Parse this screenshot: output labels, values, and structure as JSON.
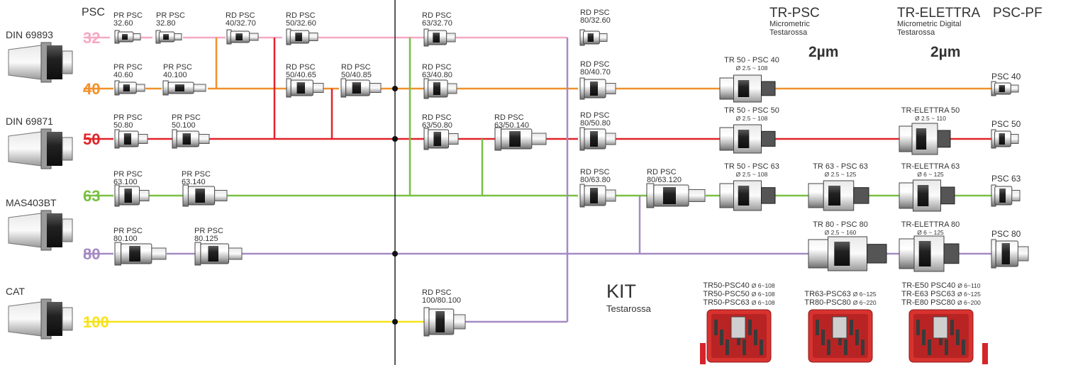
{
  "colors": {
    "s32": "#f5a9c4",
    "s40": "#f0912c",
    "s50": "#e2232a",
    "s63": "#79c043",
    "s80": "#a58ac4",
    "s100": "#f6e31a",
    "divider": "#222222",
    "kit_red": "#d4252b",
    "case_red": "#d8322f",
    "text": "#333333"
  },
  "header": {
    "psc_label": "PSC",
    "tr_psc": {
      "title": "TR-PSC",
      "sub1": "Micrometric",
      "sub2": "Testarossa",
      "precision": "2µm"
    },
    "tr_elettra": {
      "title": "TR-ELETTRA",
      "sub1": "Micrometric Digital",
      "sub2": "Testarossa",
      "precision": "2µm"
    },
    "psc_pf": {
      "title": "PSC-PF"
    }
  },
  "standards": [
    {
      "id": "din69893",
      "label": "DIN 69893"
    },
    {
      "id": "din69871",
      "label": "DIN 69871"
    },
    {
      "id": "mas403bt",
      "label": "MAS403BT"
    },
    {
      "id": "cat",
      "label": "CAT"
    }
  ],
  "sizes": [
    {
      "id": "s32",
      "label": "32"
    },
    {
      "id": "s40",
      "label": "40"
    },
    {
      "id": "s50",
      "label": "50"
    },
    {
      "id": "s63",
      "label": "63"
    },
    {
      "id": "s80",
      "label": "80"
    },
    {
      "id": "s100",
      "label": "100"
    }
  ],
  "components": [
    {
      "id": "pr-32-60",
      "line1": "PR PSC",
      "line2": "32.60"
    },
    {
      "id": "pr-32-80",
      "line1": "PR PSC",
      "line2": "32.80"
    },
    {
      "id": "rd-40-32-70",
      "line1": "RD PSC",
      "line2": "40/32.70"
    },
    {
      "id": "rd-50-32-60",
      "line1": "RD PSC",
      "line2": "50/32.60"
    },
    {
      "id": "pr-40-60",
      "line1": "PR PSC",
      "line2": "40.60"
    },
    {
      "id": "pr-40-100",
      "line1": "PR PSC",
      "line2": "40.100"
    },
    {
      "id": "rd-50-40-65",
      "line1": "RD PSC",
      "line2": "50/40.65"
    },
    {
      "id": "rd-50-40-85",
      "line1": "RD PSC",
      "line2": "50/40.85"
    },
    {
      "id": "pr-50-80",
      "line1": "PR PSC",
      "line2": "50.80"
    },
    {
      "id": "pr-50-100",
      "line1": "PR PSC",
      "line2": "50.100"
    },
    {
      "id": "pr-63-100",
      "line1": "PR PSC",
      "line2": "63.100"
    },
    {
      "id": "pr-63-140",
      "line1": "PR PSC",
      "line2": "63.140"
    },
    {
      "id": "pr-80-100",
      "line1": "PR PSC",
      "line2": "80.100"
    },
    {
      "id": "pr-80-125",
      "line1": "PR PSC",
      "line2": "80.125"
    },
    {
      "id": "rd-63-32-70",
      "line1": "RD PSC",
      "line2": "63/32.70"
    },
    {
      "id": "rd-63-40-80",
      "line1": "RD PSC",
      "line2": "63/40.80"
    },
    {
      "id": "rd-63-50-80",
      "line1": "RD PSC",
      "line2": "63/50.80"
    },
    {
      "id": "rd-63-50-140",
      "line1": "RD PSC",
      "line2": "63/50.140"
    },
    {
      "id": "rd-100-80-100",
      "line1": "RD PSC",
      "line2": "100/80.100"
    },
    {
      "id": "rd-80-32-60",
      "line1": "RD PSC",
      "line2": "80/32.60"
    },
    {
      "id": "rd-80-40-70",
      "line1": "RD PSC",
      "line2": "80/40.70"
    },
    {
      "id": "rd-80-50-80",
      "line1": "RD PSC",
      "line2": "80/50.80"
    },
    {
      "id": "rd-80-63-80",
      "line1": "RD PSC",
      "line2": "80/63.80"
    },
    {
      "id": "rd-80-63-120",
      "line1": "RD PSC",
      "line2": "80/63.120"
    }
  ],
  "heads": [
    {
      "id": "tr50-psc40",
      "name": "TR 50 - PSC 40",
      "range": "Ø 2.5 ~ 108"
    },
    {
      "id": "tr50-psc50",
      "name": "TR 50 - PSC 50",
      "range": "Ø 2.5 ~ 108"
    },
    {
      "id": "tr50-psc63",
      "name": "TR 50 - PSC 63",
      "range": "Ø 2.5 ~ 108"
    },
    {
      "id": "tr63-psc63",
      "name": "TR 63 - PSC 63",
      "range": "Ø 2.5 ~ 125"
    },
    {
      "id": "tr80-psc80",
      "name": "TR 80 - PSC 80",
      "range": "Ø 2.5 ~ 160"
    },
    {
      "id": "tre50",
      "name": "TR-ELETTRA 50",
      "range": "Ø 2.5 ~ 110"
    },
    {
      "id": "tre63",
      "name": "TR-ELETTRA 63",
      "range": "Ø 6 ~ 125"
    },
    {
      "id": "tre80",
      "name": "TR-ELETTRA 80",
      "range": "Ø 6 ~ 125"
    }
  ],
  "pf": [
    {
      "id": "pf40",
      "label": "PSC 40"
    },
    {
      "id": "pf50",
      "label": "PSC 50"
    },
    {
      "id": "pf63",
      "label": "PSC 63"
    },
    {
      "id": "pf80",
      "label": "PSC 80"
    }
  ],
  "kit": {
    "title": "KIT",
    "sub": "Testarossa",
    "groups": [
      {
        "id": "kit1",
        "items": [
          {
            "name": "TR50-PSC40",
            "range": "Ø 6~108"
          },
          {
            "name": "TR50-PSC50",
            "range": "Ø 6~108"
          },
          {
            "name": "TR50-PSC63",
            "range": "Ø 6~108"
          }
        ]
      },
      {
        "id": "kit2",
        "items": [
          {
            "name": "TR63-PSC63",
            "range": "Ø 6~125"
          },
          {
            "name": "TR80-PSC80",
            "range": "Ø 6~220"
          }
        ]
      },
      {
        "id": "kit3",
        "items": [
          {
            "name": "TR-E50 PSC40",
            "range": "Ø 6~110"
          },
          {
            "name": "TR-E63 PSC63",
            "range": "Ø 6~125"
          },
          {
            "name": "TR-E80 PSC80",
            "range": "Ø 6~200"
          }
        ]
      }
    ]
  }
}
